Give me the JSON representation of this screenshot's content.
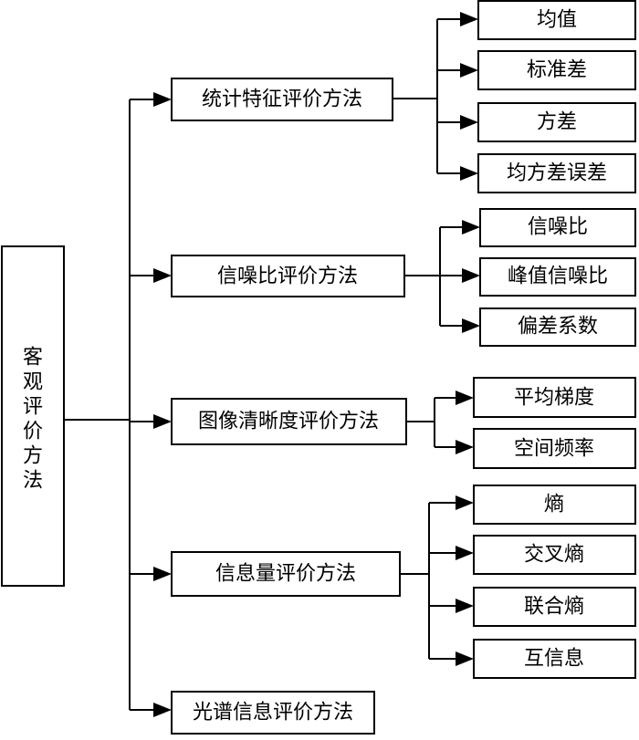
{
  "root": {
    "label_chars": [
      "客",
      "观",
      "评",
      "价",
      "方",
      "法"
    ]
  },
  "methods": [
    {
      "label": "统计特征评价方法",
      "items": [
        "均值",
        "标准差",
        "方差",
        "均方差误差"
      ]
    },
    {
      "label": "信噪比评价方法",
      "items": [
        "信噪比",
        "峰值信噪比",
        "偏差系数"
      ]
    },
    {
      "label": "图像清晰度评价方法",
      "items": [
        "平均梯度",
        "空间频率"
      ]
    },
    {
      "label": "信息量评价方法",
      "items": [
        "熵",
        "交叉熵",
        "联合熵",
        "互信息"
      ]
    },
    {
      "label": "光谱信息评价方法",
      "items": []
    }
  ]
}
